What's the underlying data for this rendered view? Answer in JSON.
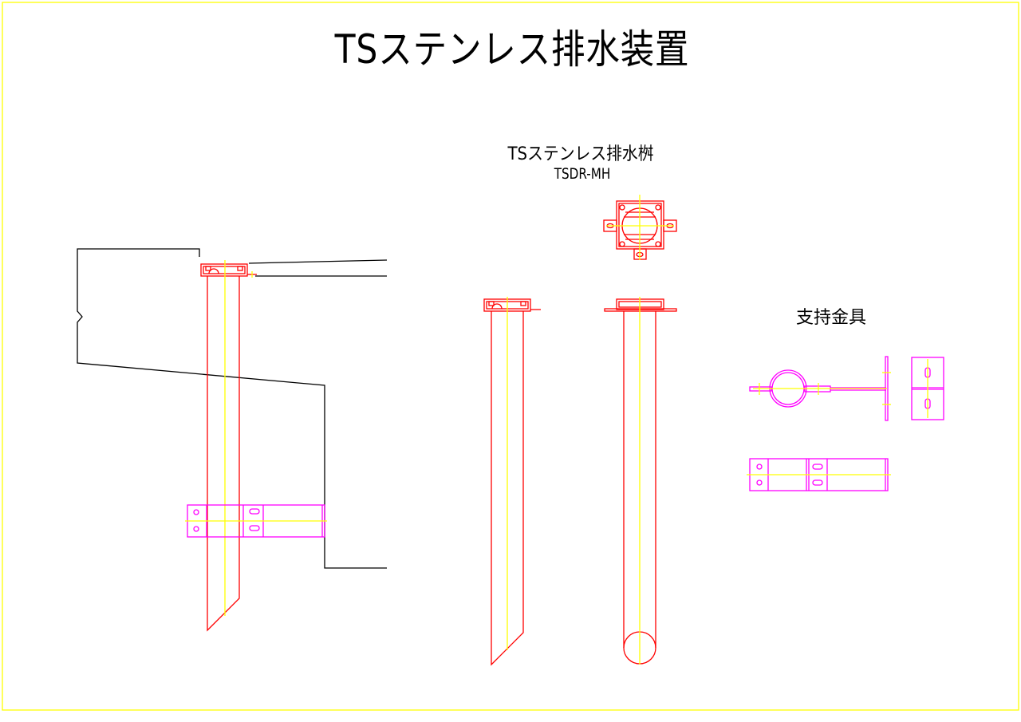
{
  "title": "TSステンレス排水装置",
  "product": {
    "name": "TSステンレス排水桝",
    "model": "TSDR-MH"
  },
  "bracket_label": "支持金具",
  "colors": {
    "frame": "#ffff00",
    "outline": "#000000",
    "drain": "#ff0000",
    "bracket": "#ff00ff",
    "centerline": "#ffff00"
  }
}
